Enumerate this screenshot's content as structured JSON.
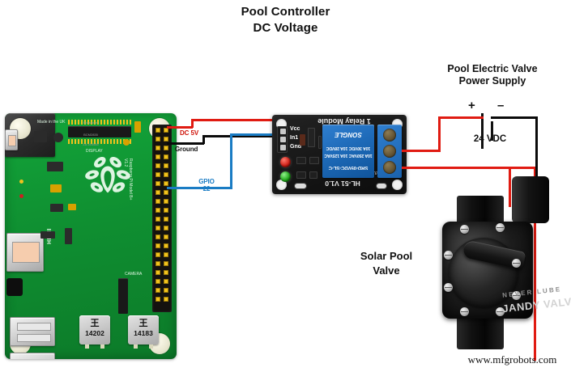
{
  "diagram": {
    "title_line1": "Pool Controller",
    "title_line2": "DC Voltage",
    "watermark": "www.mfgrobots.com"
  },
  "power_supply": {
    "title_line1": "Pool Electric Valve",
    "title_line2": "Power Supply",
    "plus": "+",
    "minus": "–",
    "rating": "24 VDC"
  },
  "valve": {
    "label_line1": "Solar Pool",
    "label_line2": "Valve",
    "brand_line1": "NEVER LUBE",
    "brand_line2": "JANDY VALVE"
  },
  "wire_labels": {
    "power_5v": "DC 5V",
    "ground": "Ground",
    "gpio_line1": "GPIO",
    "gpio_line2": "22"
  },
  "relay": {
    "module_name": "1 Relay Module",
    "board_version": "HL-51 V1.0",
    "revision": "02037",
    "pins": [
      "Vcc",
      "In1",
      "Gnd"
    ],
    "relay_can": {
      "part": "SRD-05VDC-SL-C",
      "rating_line1": "10A 250VAC 10A 125VAC",
      "rating_line2": "10A  30VDC  10A 28VDC",
      "brand": "SONGLE"
    }
  },
  "raspberry_pi": {
    "silk_made": "Made in the UK",
    "silk_display": "DISPLAY",
    "silk_model": "Raspberry Pi Model B+ V1.2",
    "silk_hdmi": "HDMI",
    "silk_camera": "CAMERA",
    "soc_line1": "Broadcom",
    "soc_line2": "BCM2835",
    "soc_line3": "ZA 164585",
    "chips": [
      {
        "mark": "王",
        "number": "14202"
      },
      {
        "mark": "王",
        "number": "14183"
      }
    ]
  },
  "colors": {
    "wire_red": "#e01b12",
    "wire_black": "#0a0a0a",
    "wire_blue": "#1a7cc4",
    "pcb_green": "#13a53a",
    "relay_blue": "#2f7fd0"
  }
}
